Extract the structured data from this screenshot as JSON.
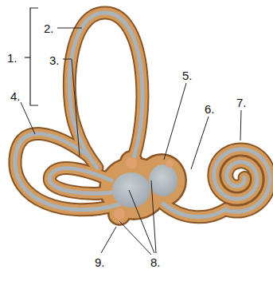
{
  "diagram": {
    "labels": [
      "1.",
      "2.",
      "3.",
      "4.",
      "5.",
      "6.",
      "7.",
      "8.",
      "9."
    ]
  }
}
